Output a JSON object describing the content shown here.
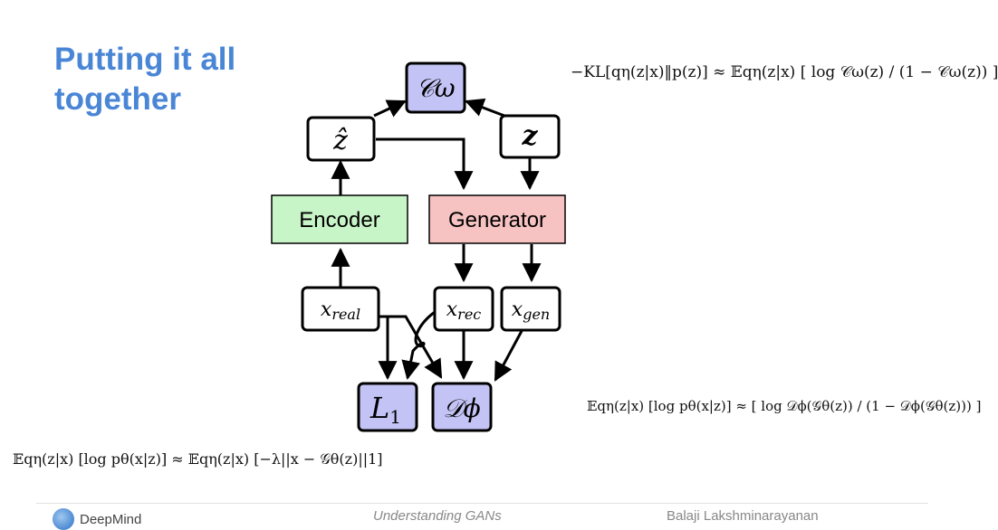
{
  "slide": {
    "title_line1": "Putting it all",
    "title_line2": "together"
  },
  "nodes": {
    "c_omega": "𝒞ω",
    "z_hat": "ẑ",
    "z": "z",
    "encoder": "Encoder",
    "generator": "Generator",
    "x_real": "x",
    "x_real_sub": "real",
    "x_rec": "x",
    "x_rec_sub": "rec",
    "x_gen": "x",
    "x_gen_sub": "gen",
    "l1": "L",
    "l1_sub": "1",
    "d_phi": "𝒟ϕ"
  },
  "formulas": {
    "kl": "−KL[qη(z|x)‖p(z)] ≈ 𝔼qη(z|x) [ log 𝒞ω(z) / (1 − 𝒞ω(z)) ]",
    "disc": "𝔼qη(z|x) [log pθ(x|z)] ≈ [ log 𝒟ϕ(𝒢θ(z)) / (1 − 𝒟ϕ(𝒢θ(z))) ]",
    "recon": "𝔼qη(z|x) [log pθ(x|z)] ≈ 𝔼qη(z|x) [−λ||x − 𝒢θ(z)||1]"
  },
  "footer": {
    "logo_text": "DeepMind",
    "center_text": "Understanding GANs",
    "right_text": "Balaji Lakshminarayanan"
  },
  "colors": {
    "title": "#4a86d6",
    "encoder_fill": "#c8f5c8",
    "generator_fill": "#f6c2c2",
    "blue_node_fill": "#c3c3f5"
  }
}
